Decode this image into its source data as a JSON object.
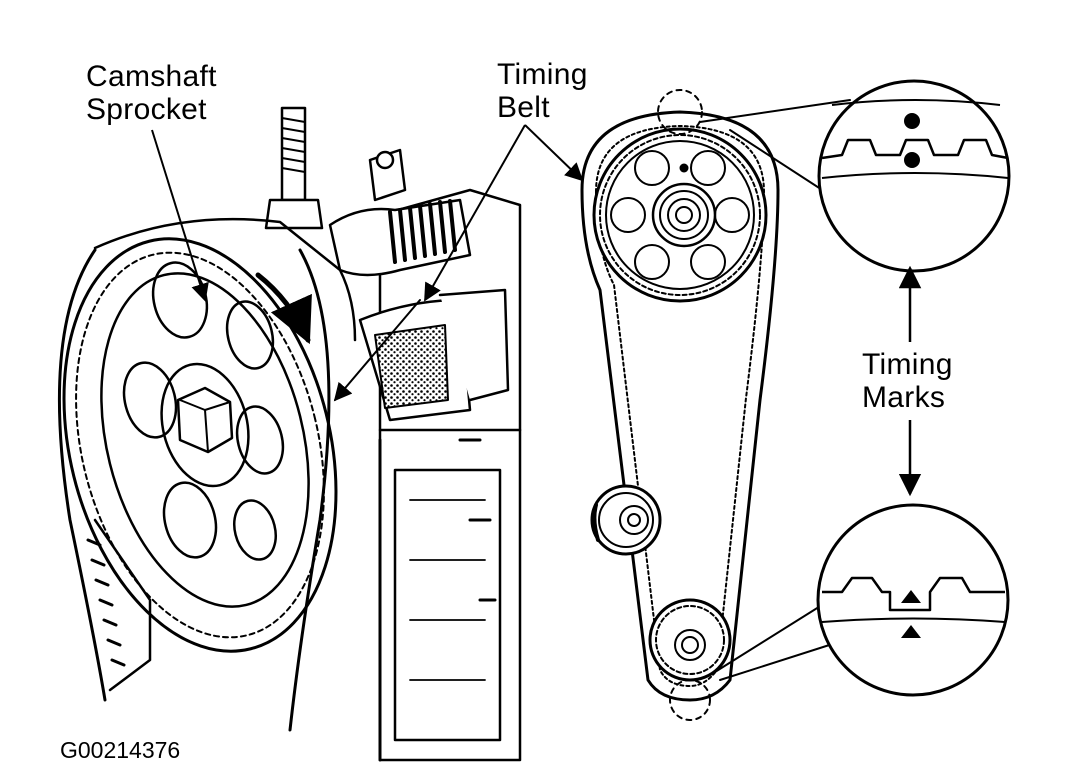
{
  "labels": {
    "camshaft_sprocket": {
      "line1": "Camshaft",
      "line2": "Sprocket"
    },
    "timing_belt": {
      "line1": "Timing",
      "line2": "Belt"
    },
    "timing_marks": {
      "line1": "Timing",
      "line2": "Marks"
    }
  },
  "figure_code": "G00214376",
  "colors": {
    "ink": "#000000",
    "paper": "#ffffff",
    "shading": "#5a5a5a"
  }
}
